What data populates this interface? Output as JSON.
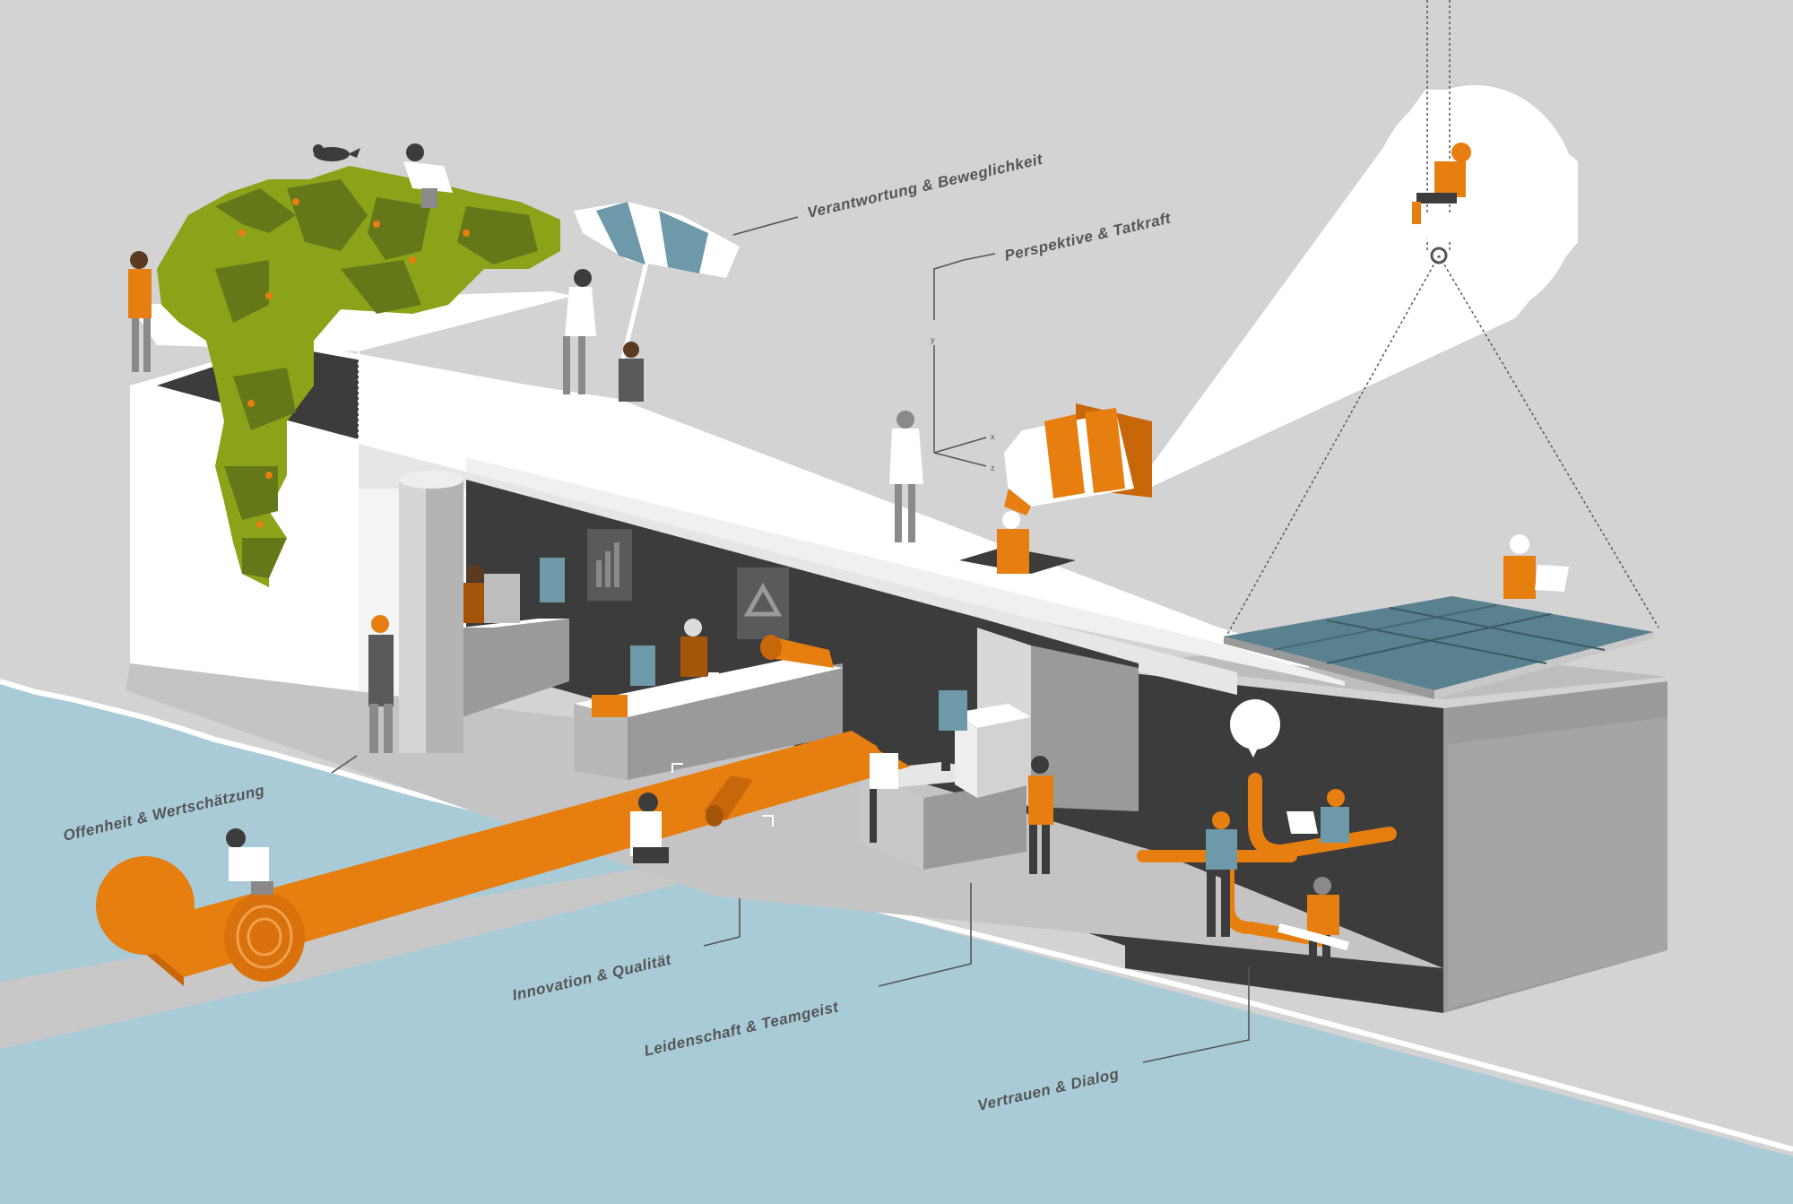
{
  "colors": {
    "background": "#d3d3d3",
    "water": "#a9cbd8",
    "dark_interior": "#3c3c3c",
    "white_structure": "#ffffff",
    "orange": "#e67e10",
    "green_dark": "#64781a",
    "green_light": "#8aa319",
    "solar_panel": "#5a818f",
    "label_text": "#555555"
  },
  "labels": {
    "verantwortung": "Verantwortung & Beweglichkeit",
    "perspektive": "Perspektive & Tatkraft",
    "offenheit": "Offenheit & Wertschätzung",
    "innovation": "Innovation & Qualität",
    "leidenschaft": "Leidenschaft & Teamgeist",
    "vertrauen": "Vertrauen & Dialog"
  },
  "axes": {
    "y": "y",
    "x": "x",
    "z": "z"
  },
  "icons": [
    "bird-icon",
    "umbrella-icon",
    "traffic-cone-icon",
    "speech-bubble-icon",
    "bar-chart-icon",
    "recycle-icon",
    "laptop-icon",
    "crane-hook-icon",
    "tree-icon",
    "carpet-roll-icon"
  ]
}
